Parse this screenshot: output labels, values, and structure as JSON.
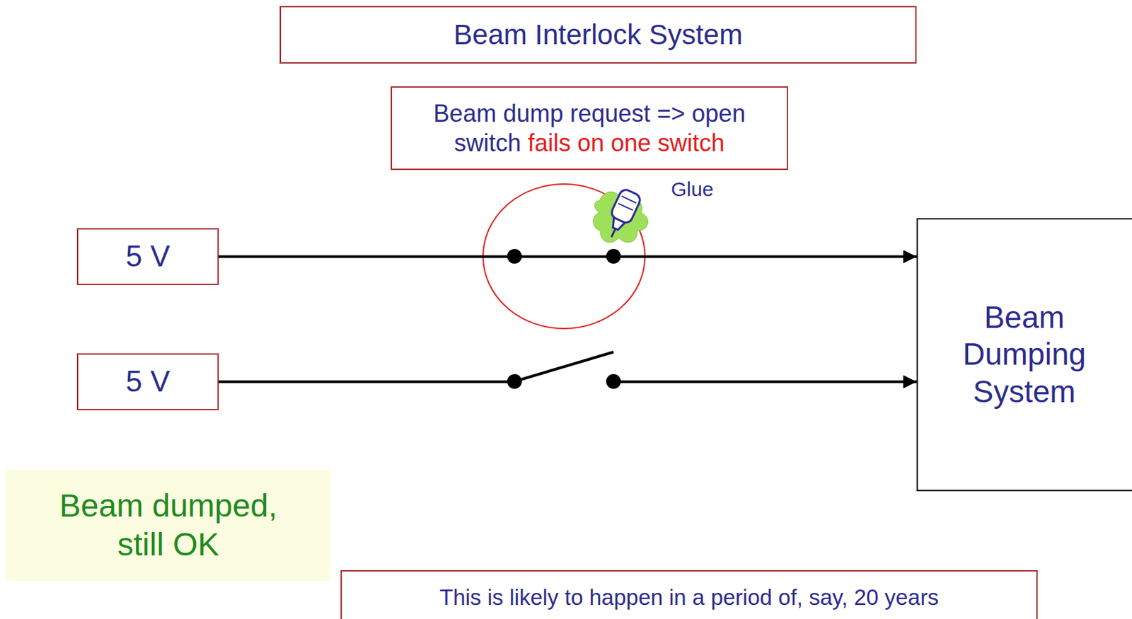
{
  "diagram": {
    "title": "Beam Interlock System",
    "nodes": [
      {
        "text": [
          "Beam dump request => open switch",
          "fails on one switch"
        ]
      },
      {
        "text": [
          "5 V"
        ]
      },
      {
        "text": [
          "5 V"
        ]
      },
      {
        "text": [
          "Beam Dumping System"
        ]
      },
      {
        "text": [
          "Beam dumped, still OK"
        ]
      },
      {
        "text": [
          "This is likely to happen in a period of, say, 20 years"
        ]
      }
    ],
    "edges": [
      {
        "from": 1,
        "to": 3,
        "arrow": "to"
      },
      {
        "from": 2,
        "to": 3,
        "arrow": "to"
      }
    ],
    "labels": [
      "Glue"
    ]
  }
}
